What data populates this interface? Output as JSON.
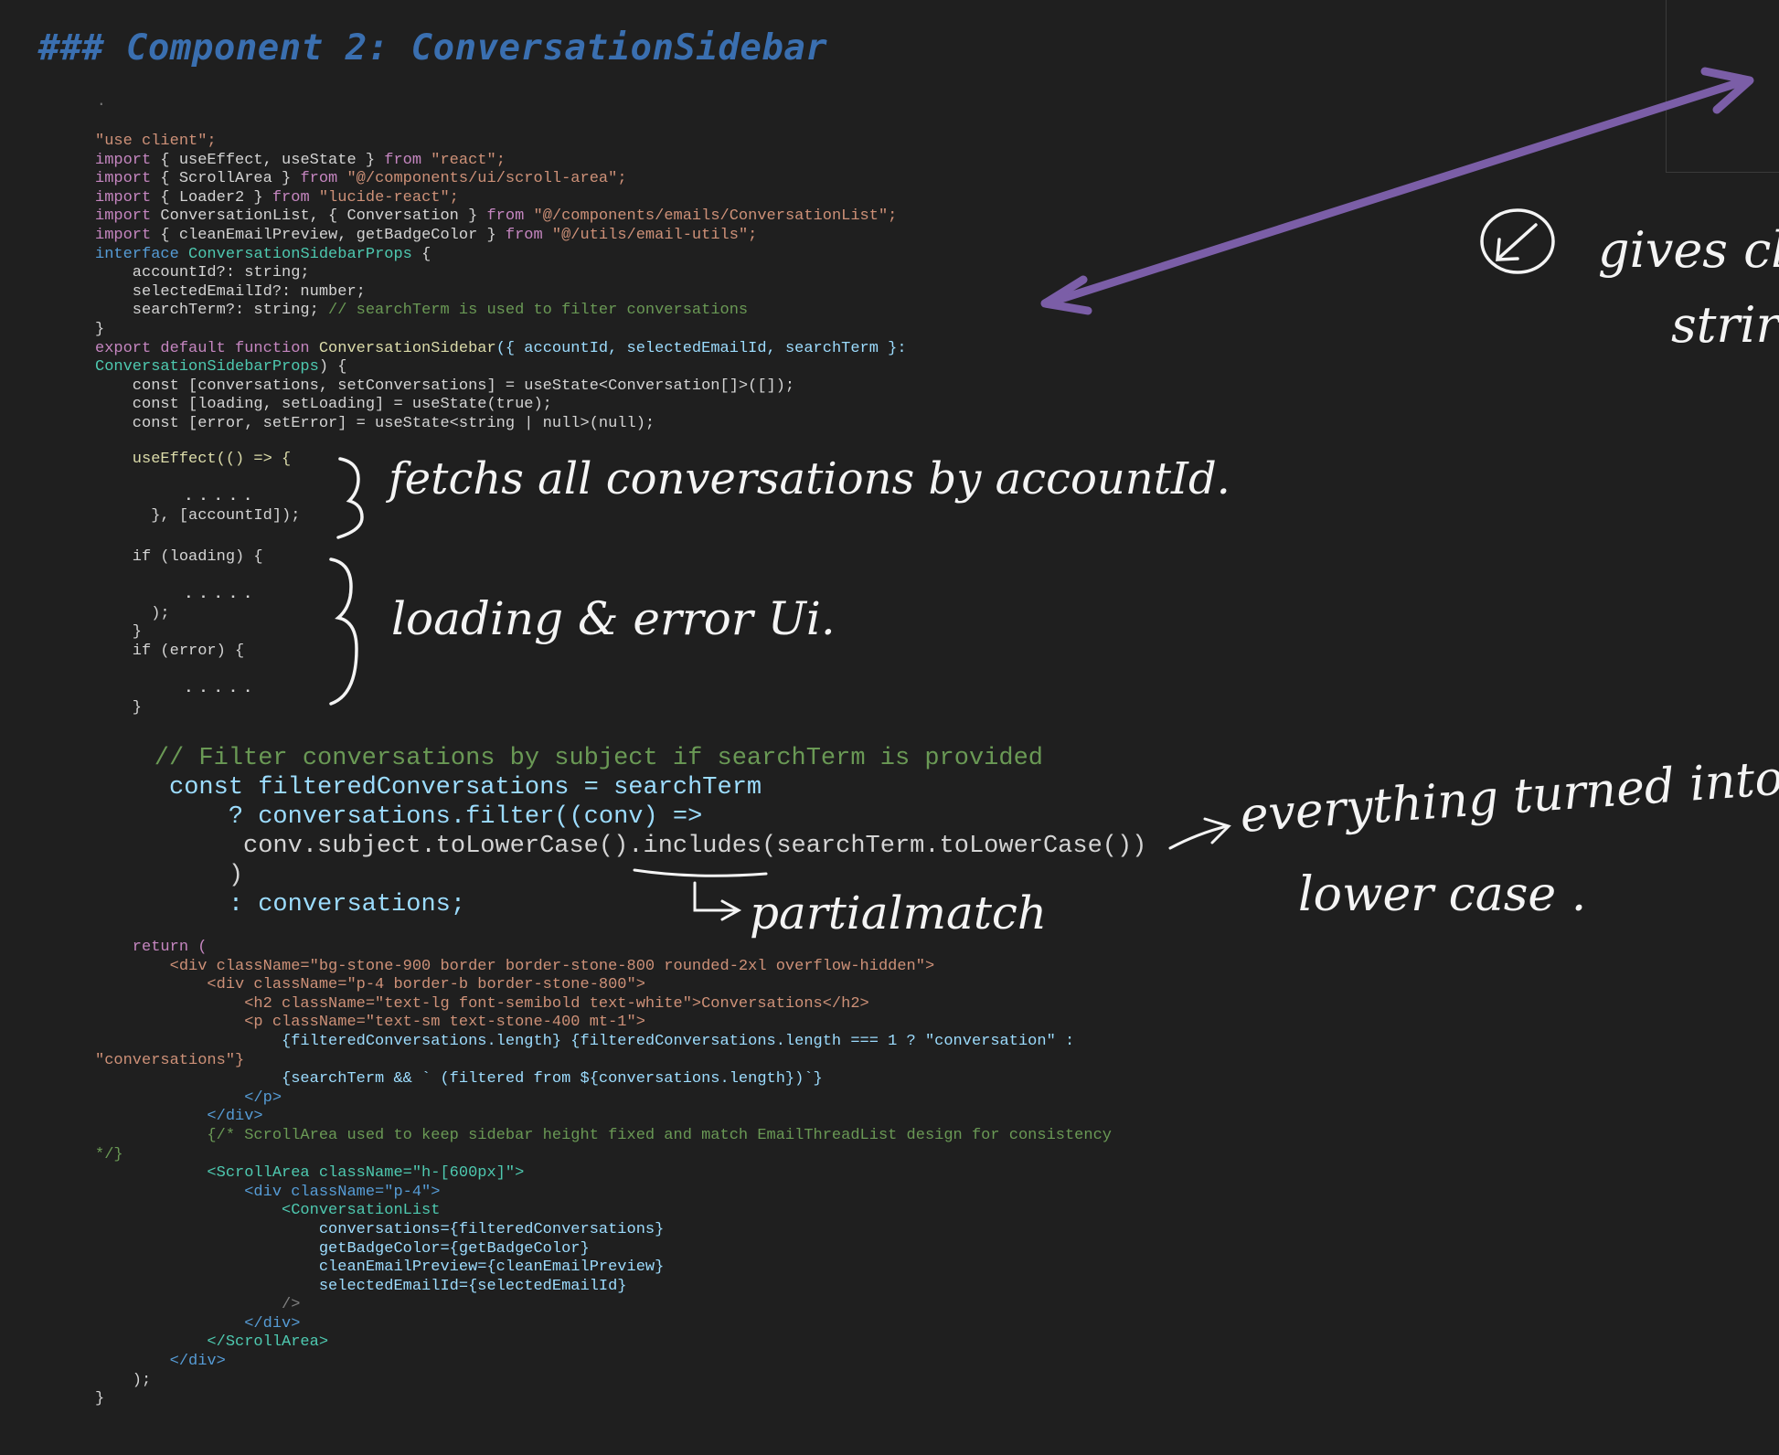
{
  "heading": "### Component 2: ConversationSidebar",
  "stray_dot": ".",
  "code": {
    "l1": "\"use client\";",
    "l2": [
      "import",
      " { useEffect, useState } ",
      "from",
      " \"react\";"
    ],
    "l3": [
      "import",
      " { ScrollArea } ",
      "from",
      " \"@/components/ui/scroll-area\";"
    ],
    "l4": [
      "import",
      " { Loader2 } ",
      "from",
      " \"lucide-react\";"
    ],
    "l5": [
      "import",
      " ConversationList, { Conversation } ",
      "from",
      " \"@/components/emails/ConversationList\";"
    ],
    "l6": [
      "import",
      " { cleanEmailPreview, getBadgeColor } ",
      "from",
      " \"@/utils/email-utils\";"
    ],
    "l7": [
      "interface",
      " ConversationSidebarProps",
      " {"
    ],
    "l8": "    accountId?: string;",
    "l9": "    selectedEmailId?: number;",
    "l10a": "    searchTerm?: string; ",
    "l10b": "// searchTerm is used to filter conversations",
    "l11": "}",
    "l12": [
      "export default function",
      " ConversationSidebar",
      "({ accountId, selectedEmailId, searchTerm }:"
    ],
    "l13": [
      "ConversationSidebarProps",
      ") {"
    ],
    "l14": "    const [conversations, setConversations] = useState<Conversation[]>([]);",
    "l15": "    const [loading, setLoading] = useState(true);",
    "l16": "    const [error, setError] = useState<string | null>(null);",
    "l17": "    useEffect(() => {",
    "l18": "      .....",
    "l19": "      }, [accountId]);",
    "l20": "    if (loading) {",
    "l21": "      .....",
    "l22": "      );",
    "l23": "    }",
    "l24": "    if (error) {",
    "l25": "      .....",
    "l26": "    }"
  },
  "filter_block": {
    "b1": "    // Filter conversations by subject if searchTerm is provided",
    "b2": "     const filteredConversations = searchTerm",
    "b3": "         ? conversations.filter((conv) =>",
    "b4": "          conv.subject.toLowerCase().includes(searchTerm.toLowerCase())",
    "b5": "         )",
    "b6": "         : conversations;"
  },
  "render": {
    "r1": "    return (",
    "r2": "        <div className=\"bg-stone-900 border border-stone-800 rounded-2xl overflow-hidden\">",
    "r3": "            <div className=\"p-4 border-b border-stone-800\">",
    "r4": "                <h2 className=\"text-lg font-semibold text-white\">Conversations</h2>",
    "r5": "                <p className=\"text-sm text-stone-400 mt-1\">",
    "r6": "                    {filteredConversations.length} {filteredConversations.length === 1 ? \"conversation\" :",
    "r7": "\"conversations\"}",
    "r8": "                    {searchTerm && ` (filtered from ${conversations.length})`}",
    "r9": "                </p>",
    "r10": "            </div>",
    "r11": "            {/* ScrollArea used to keep sidebar height fixed and match EmailThreadList design for consistency",
    "r12": "*/}",
    "r13": "            <ScrollArea className=\"h-[600px]\">",
    "r14": "                <div className=\"p-4\">",
    "r15": "                    <ConversationList",
    "r16": "                        conversations={filteredConversations}",
    "r17": "                        getBadgeColor={getBadgeColor}",
    "r18": "                        cleanEmailPreview={cleanEmailPreview}",
    "r19": "                        selectedEmailId={selectedEmailId}",
    "r20": "                    />",
    "r21": "                </div>",
    "r22": "            </ScrollArea>",
    "r23": "        </div>",
    "r24": "    );",
    "r25": "}"
  },
  "annotations": {
    "fetch": "fetchs all conversations by accountId.",
    "loading": "loading & error Ui.",
    "lower1": "everything turned into",
    "lower2": "lower case .",
    "partial": "partialmatch",
    "gives1": "gives cl",
    "gives2": "strir"
  },
  "colors": {
    "arrow": "#7b5ea7",
    "ink": "#f4f4f4",
    "heading": "#3a6fb0",
    "background": "#1f1f1f"
  }
}
